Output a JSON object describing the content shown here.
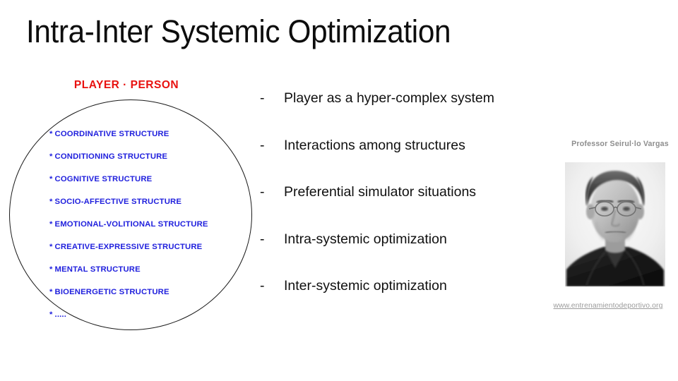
{
  "slide": {
    "title": "Intra-Inter Systemic Optimization",
    "background_color": "#ffffff",
    "title_color": "#0d0d0d"
  },
  "circle_diagram": {
    "heading": "PLAYER · PERSON",
    "heading_color": "#e8110f",
    "outline_color": "#1a1a1a",
    "item_color": "#1f1fdd",
    "bullet_marker": "*",
    "items": [
      {
        "label": "COORDINATIVE STRUCTURE"
      },
      {
        "label": "CONDITIONING STRUCTURE"
      },
      {
        "label": "COGNITIVE STRUCTURE"
      },
      {
        "label": "SOCIO-AFFECTIVE STRUCTURE"
      },
      {
        "label": "EMOTIONAL-VOLITIONAL STRUCTURE"
      },
      {
        "label": "CREATIVE-EXPRESSIVE STRUCTURE"
      },
      {
        "label": "MENTAL STRUCTURE"
      },
      {
        "label": "BIOENERGETIC STRUCTURE"
      },
      {
        "label": "....."
      }
    ]
  },
  "bullets": {
    "marker": "-",
    "items": [
      {
        "text": "Player as a hyper-complex system"
      },
      {
        "text": "Interactions among structures"
      },
      {
        "text": "Preferential simulator situations"
      },
      {
        "text": "Intra-systemic optimization"
      },
      {
        "text": "Inter-systemic optimization"
      }
    ]
  },
  "professor": {
    "caption": "Professor Seirul·lo Vargas",
    "caption_color": "#8d8d8d",
    "photo_alt": "portrait-photo-grayscale",
    "url": "www.entrenamientodeportivo.org",
    "url_color": "#9b9b9b"
  }
}
